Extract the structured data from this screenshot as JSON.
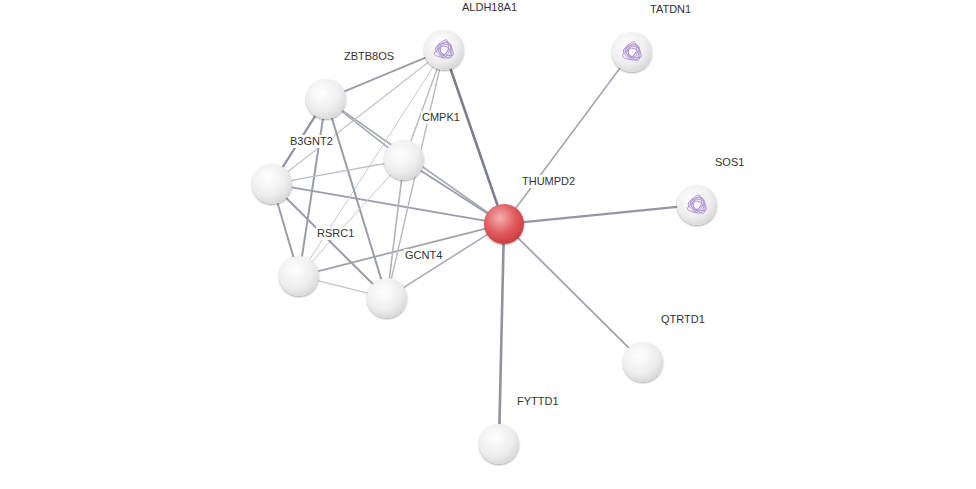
{
  "diagram": {
    "nodes": [
      {
        "text": [
          "ALDH18A1"
        ]
      },
      {
        "text": [
          "TATDN1"
        ]
      },
      {
        "text": [
          "ZBTB8OS"
        ]
      },
      {
        "text": [
          "CMPK1"
        ]
      },
      {
        "text": [
          "B3GNT2"
        ]
      },
      {
        "text": [
          "THUMPD2"
        ]
      },
      {
        "text": [
          "SOS1"
        ]
      },
      {
        "text": [
          "RSRC1"
        ]
      },
      {
        "text": [
          "GCNT4"
        ]
      },
      {
        "text": [
          "QTRTD1"
        ]
      },
      {
        "text": [
          "FYTTD1"
        ]
      }
    ],
    "edges": [
      {
        "from": 5,
        "to": 0,
        "arrow": "none"
      },
      {
        "from": 5,
        "to": 1,
        "arrow": "none"
      },
      {
        "from": 5,
        "to": 2,
        "arrow": "none"
      },
      {
        "from": 5,
        "to": 3,
        "arrow": "none"
      },
      {
        "from": 5,
        "to": 4,
        "arrow": "none"
      },
      {
        "from": 5,
        "to": 6,
        "arrow": "none"
      },
      {
        "from": 5,
        "to": 7,
        "arrow": "none"
      },
      {
        "from": 5,
        "to": 8,
        "arrow": "none"
      },
      {
        "from": 5,
        "to": 9,
        "arrow": "none"
      },
      {
        "from": 5,
        "to": 10,
        "arrow": "none"
      },
      {
        "from": 0,
        "to": 2,
        "arrow": "none"
      },
      {
        "from": 0,
        "to": 3,
        "arrow": "none"
      },
      {
        "from": 0,
        "to": 4,
        "arrow": "none"
      },
      {
        "from": 0,
        "to": 7,
        "arrow": "none"
      },
      {
        "from": 0,
        "to": 8,
        "arrow": "none"
      },
      {
        "from": 2,
        "to": 3,
        "arrow": "none"
      },
      {
        "from": 2,
        "to": 4,
        "arrow": "none"
      },
      {
        "from": 2,
        "to": 7,
        "arrow": "none"
      },
      {
        "from": 2,
        "to": 8,
        "arrow": "none"
      },
      {
        "from": 3,
        "to": 4,
        "arrow": "none"
      },
      {
        "from": 3,
        "to": 7,
        "arrow": "none"
      },
      {
        "from": 3,
        "to": 8,
        "arrow": "none"
      },
      {
        "from": 4,
        "to": 7,
        "arrow": "none"
      },
      {
        "from": 4,
        "to": 8,
        "arrow": "none"
      },
      {
        "from": 7,
        "to": 8,
        "arrow": "none"
      }
    ]
  }
}
